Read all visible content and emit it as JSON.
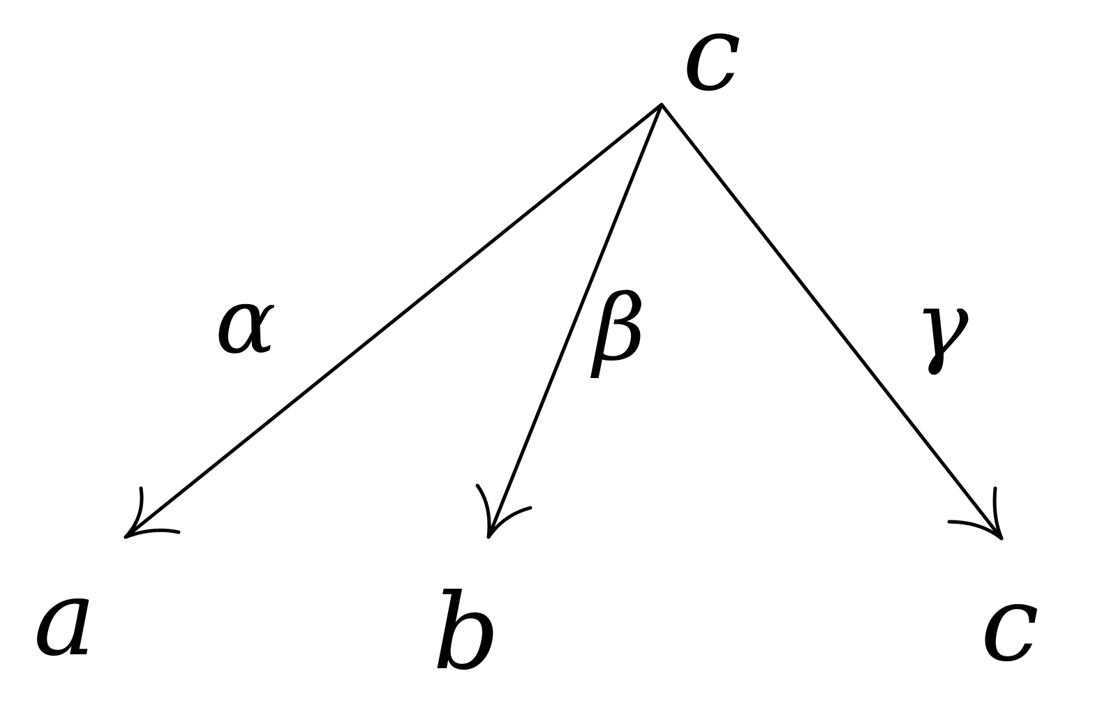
{
  "nodes": {
    "source": {
      "label": "c"
    },
    "target_a": {
      "label": "a"
    },
    "target_b": {
      "label": "b"
    },
    "target_c": {
      "label": "c"
    }
  },
  "edges": {
    "alpha": {
      "label": "α",
      "from": "c",
      "to": "a"
    },
    "beta": {
      "label": "β",
      "from": "c",
      "to": "b"
    },
    "gamma": {
      "label": "γ",
      "from": "c",
      "to": "c"
    }
  },
  "colors": {
    "ink": "#000000",
    "background": "#ffffff"
  }
}
